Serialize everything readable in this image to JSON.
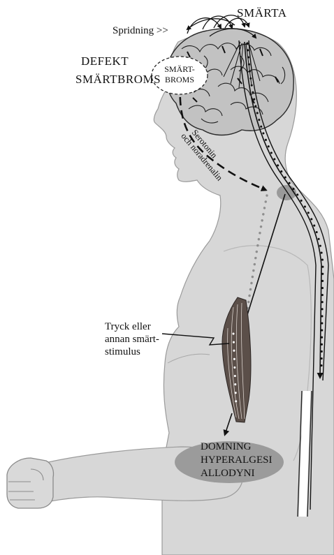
{
  "labels": {
    "smarta": "SMÄRTA",
    "spridning": "Spridning >>",
    "defekt_line1": "DEFEKT",
    "defekt_line2": "SMÄRTBROMS",
    "smart_line1": "SMÄRT-",
    "smart_line2": "BROMS",
    "serotonin_line1": "Serotonin",
    "serotonin_line2": "och noradrenalin",
    "tryck_line1": "Tryck eller",
    "tryck_line2": "annan smärt-",
    "tryck_line3": "stimulus",
    "domning_line1": "DOMNING",
    "domning_line2": "HYPERALGESI",
    "domning_line3": "ALLODYNI"
  },
  "colors": {
    "body_fill": "#d7d7d7",
    "body_stroke": "#8a8a8a",
    "brain_fill": "#c2c2c2",
    "muscle_fill": "#5b4f49",
    "oval_fill": "#9b9b9b",
    "pathway": "#111111",
    "dots_grey": "#8e8e8e"
  },
  "icons": [
    "brain-icon",
    "muscle-icon",
    "spine-junction-icon"
  ]
}
